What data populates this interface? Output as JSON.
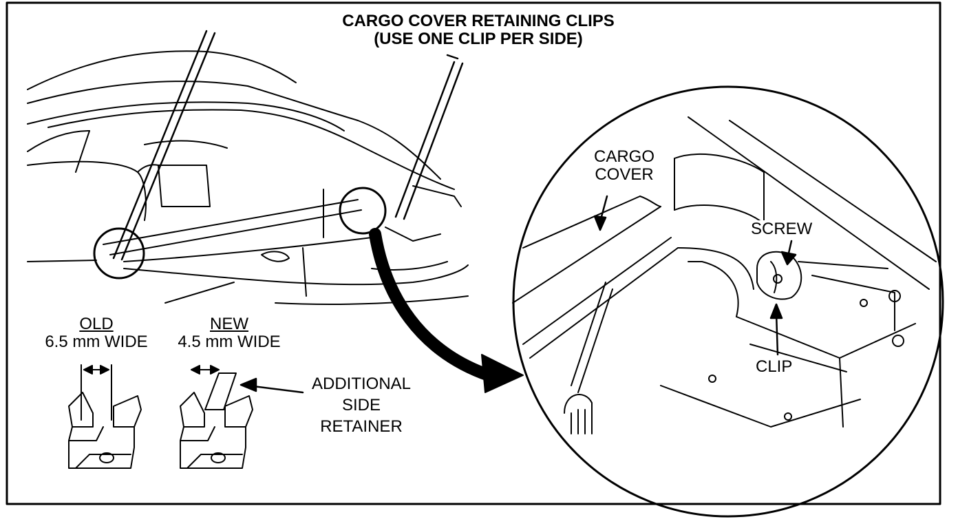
{
  "title": {
    "line1": "CARGO COVER RETAINING CLIPS",
    "line2": "(USE ONE CLIP PER SIDE)"
  },
  "callouts": {
    "cargo_cover_line1": "CARGO",
    "cargo_cover_line2": "COVER",
    "screw": "SCREW",
    "clip": "CLIP"
  },
  "clips": {
    "old_label": "OLD",
    "old_width": "6.5 mm WIDE",
    "new_label": "NEW",
    "new_width": "4.5 mm WIDE",
    "retainer_line1": "ADDITIONAL",
    "retainer_line2": "SIDE",
    "retainer_line3": "RETAINER"
  },
  "colors": {
    "ink": "#000000",
    "paper": "#ffffff"
  },
  "icons": [
    "arrow-icon",
    "magnify-circle-icon",
    "clip-icon"
  ]
}
